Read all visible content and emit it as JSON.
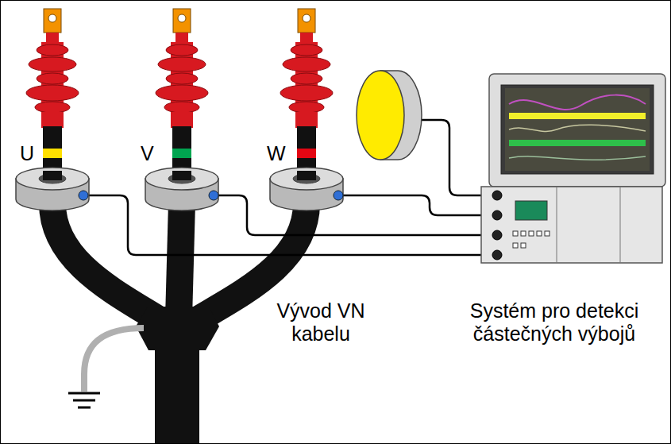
{
  "diagram": {
    "labels": [
      "U",
      "V",
      "W",
      "Vývod VN kabelu",
      "Systém pro detekci částečných výbojů"
    ]
  }
}
